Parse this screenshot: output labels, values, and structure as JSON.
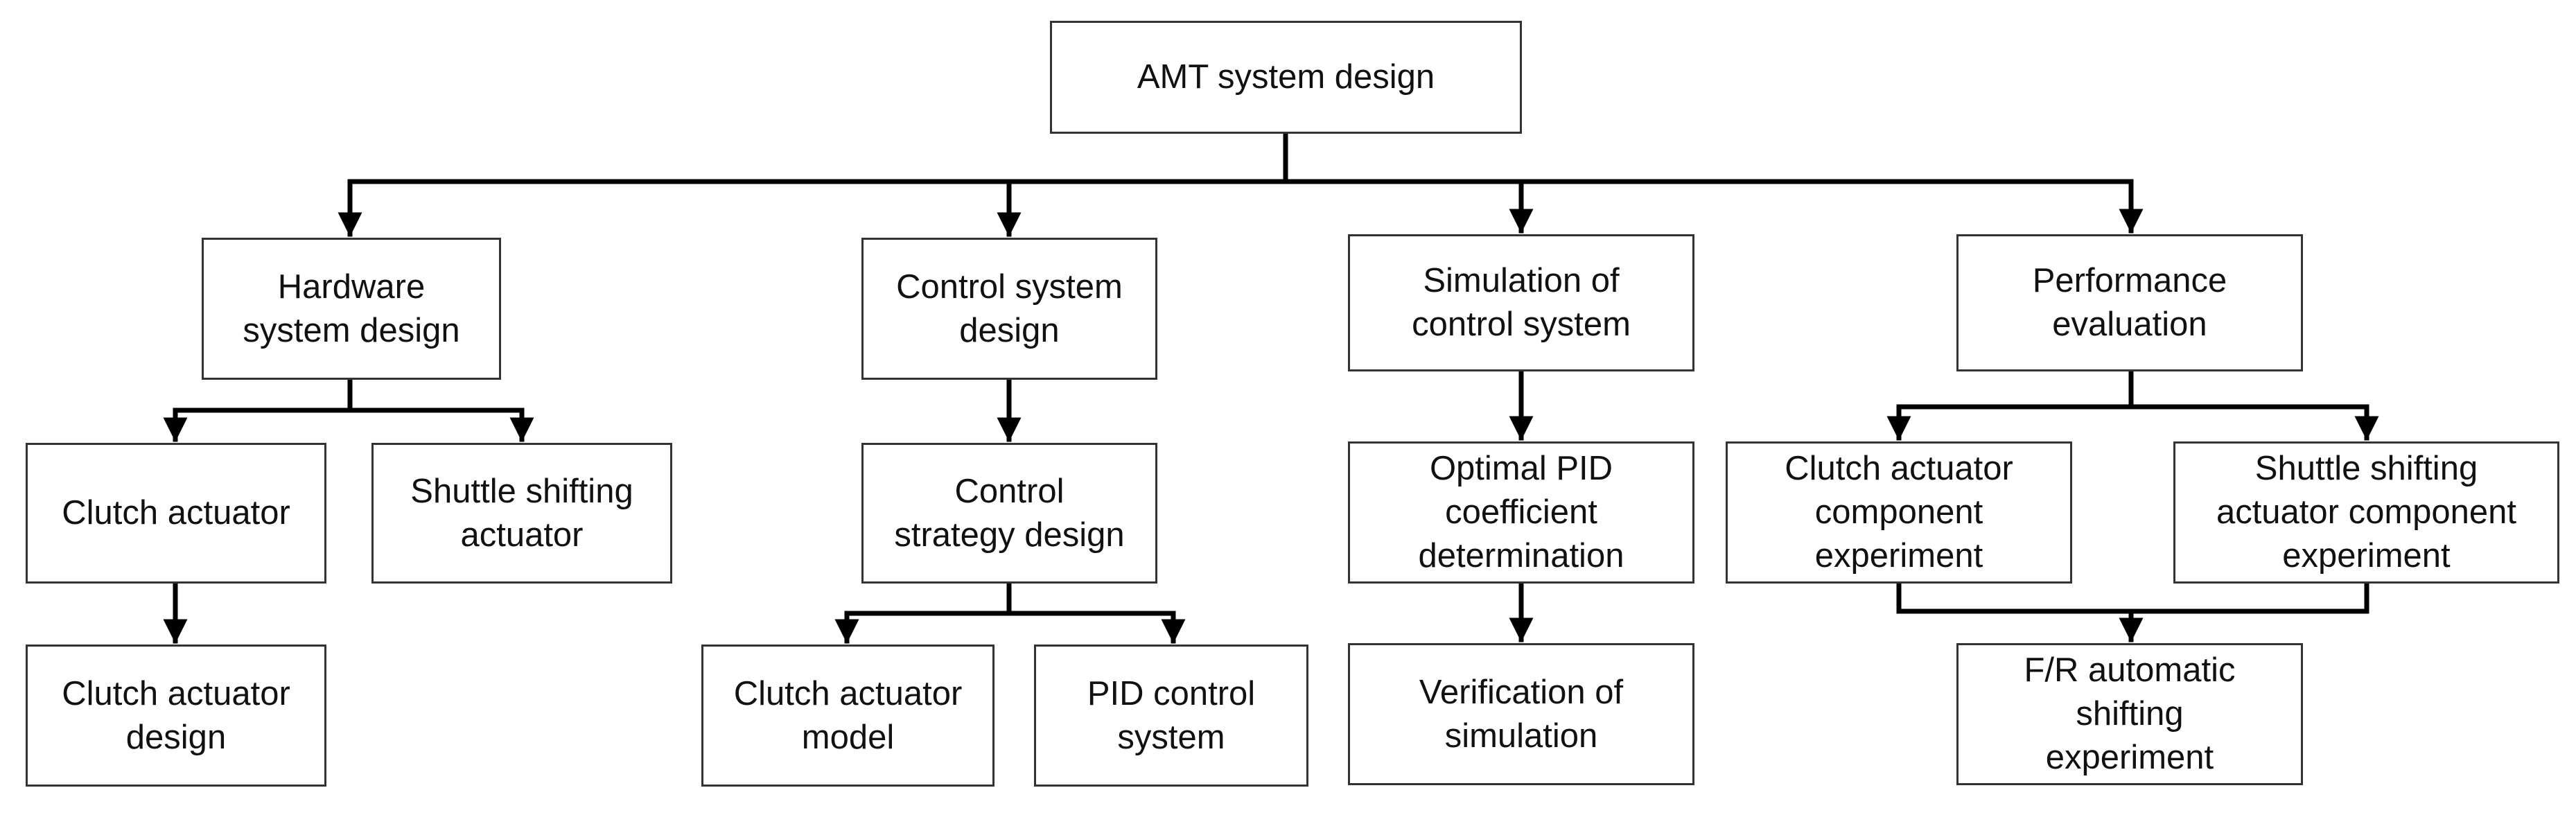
{
  "diagram": {
    "root": {
      "label": "AMT system design"
    },
    "branches": {
      "hardware": {
        "label": "Hardware\nsystem design",
        "clutch_actuator": "Clutch actuator",
        "shuttle_shifting_actuator": "Shuttle shifting\nactuator",
        "clutch_actuator_design": "Clutch actuator\ndesign"
      },
      "control": {
        "label": "Control system\ndesign",
        "control_strategy_design": "Control\nstrategy design",
        "clutch_actuator_model": "Clutch actuator\nmodel",
        "pid_control_system": "PID control\nsystem"
      },
      "simulation": {
        "label": "Simulation of\ncontrol system",
        "optimal_pid": "Optimal PID\ncoefficient\ndetermination",
        "verification": "Verification of\nsimulation"
      },
      "performance": {
        "label": "Performance\nevaluation",
        "clutch_component_experiment": "Clutch actuator\ncomponent\nexperiment",
        "shuttle_component_experiment": "Shuttle shifting\nactuator component\nexperiment",
        "fr_automatic_shifting": "F/R automatic\nshifting\nexperiment"
      }
    },
    "colors": {
      "line": "#000000",
      "border": "#333333",
      "text": "#111111"
    }
  }
}
